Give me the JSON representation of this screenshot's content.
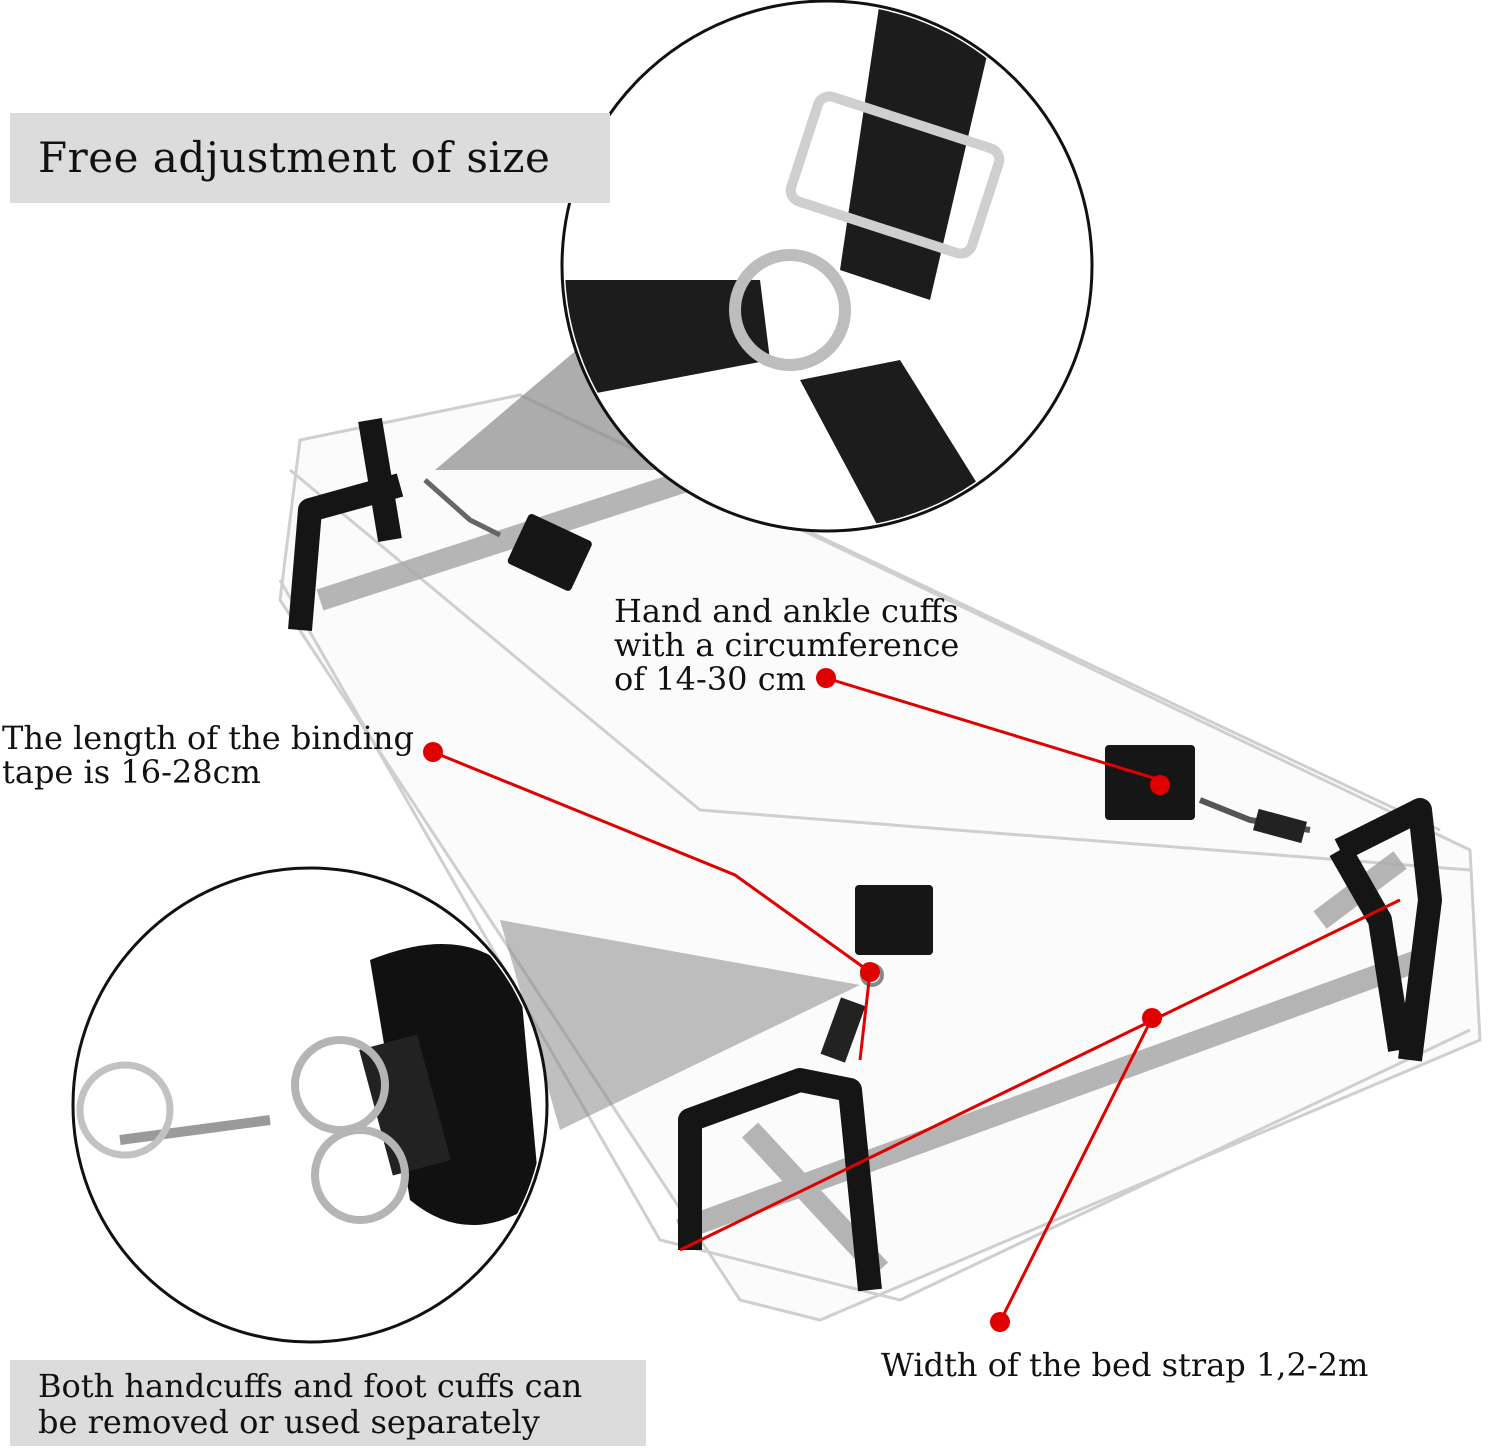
{
  "headline": "Free adjustment of size",
  "callouts": {
    "cuffs": "Hand and ankle cuffs\nwith a circumference\nof 14-30 cm",
    "tape": "The length of the binding\ntape is 16-28cm",
    "strap_width": "Width of the bed strap 1,2-2m"
  },
  "footer_note": "Both handcuffs and foot cuffs can\nbe removed or used separately",
  "colors": {
    "accent": "#e00000",
    "strap": "#151515",
    "banner": "#dcdcdc"
  }
}
